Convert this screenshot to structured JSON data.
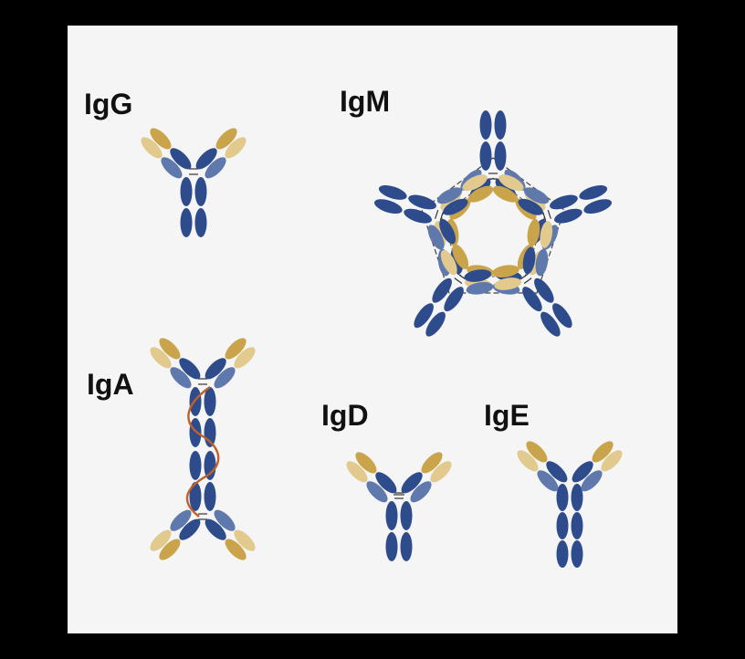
{
  "labels": {
    "igg": "IgG",
    "igm": "IgM",
    "iga": "IgA",
    "igd": "IgD",
    "ige": "IgE"
  },
  "colors": {
    "frame": "#000000",
    "panel": "#f5f5f5",
    "heavy_dark": "#2e4b8c",
    "light_mid": "#5f79ad",
    "gold": "#c9a44a",
    "gold_light": "#e2c98d",
    "secretory_component": "#c0602a",
    "bonds": "#444444"
  }
}
